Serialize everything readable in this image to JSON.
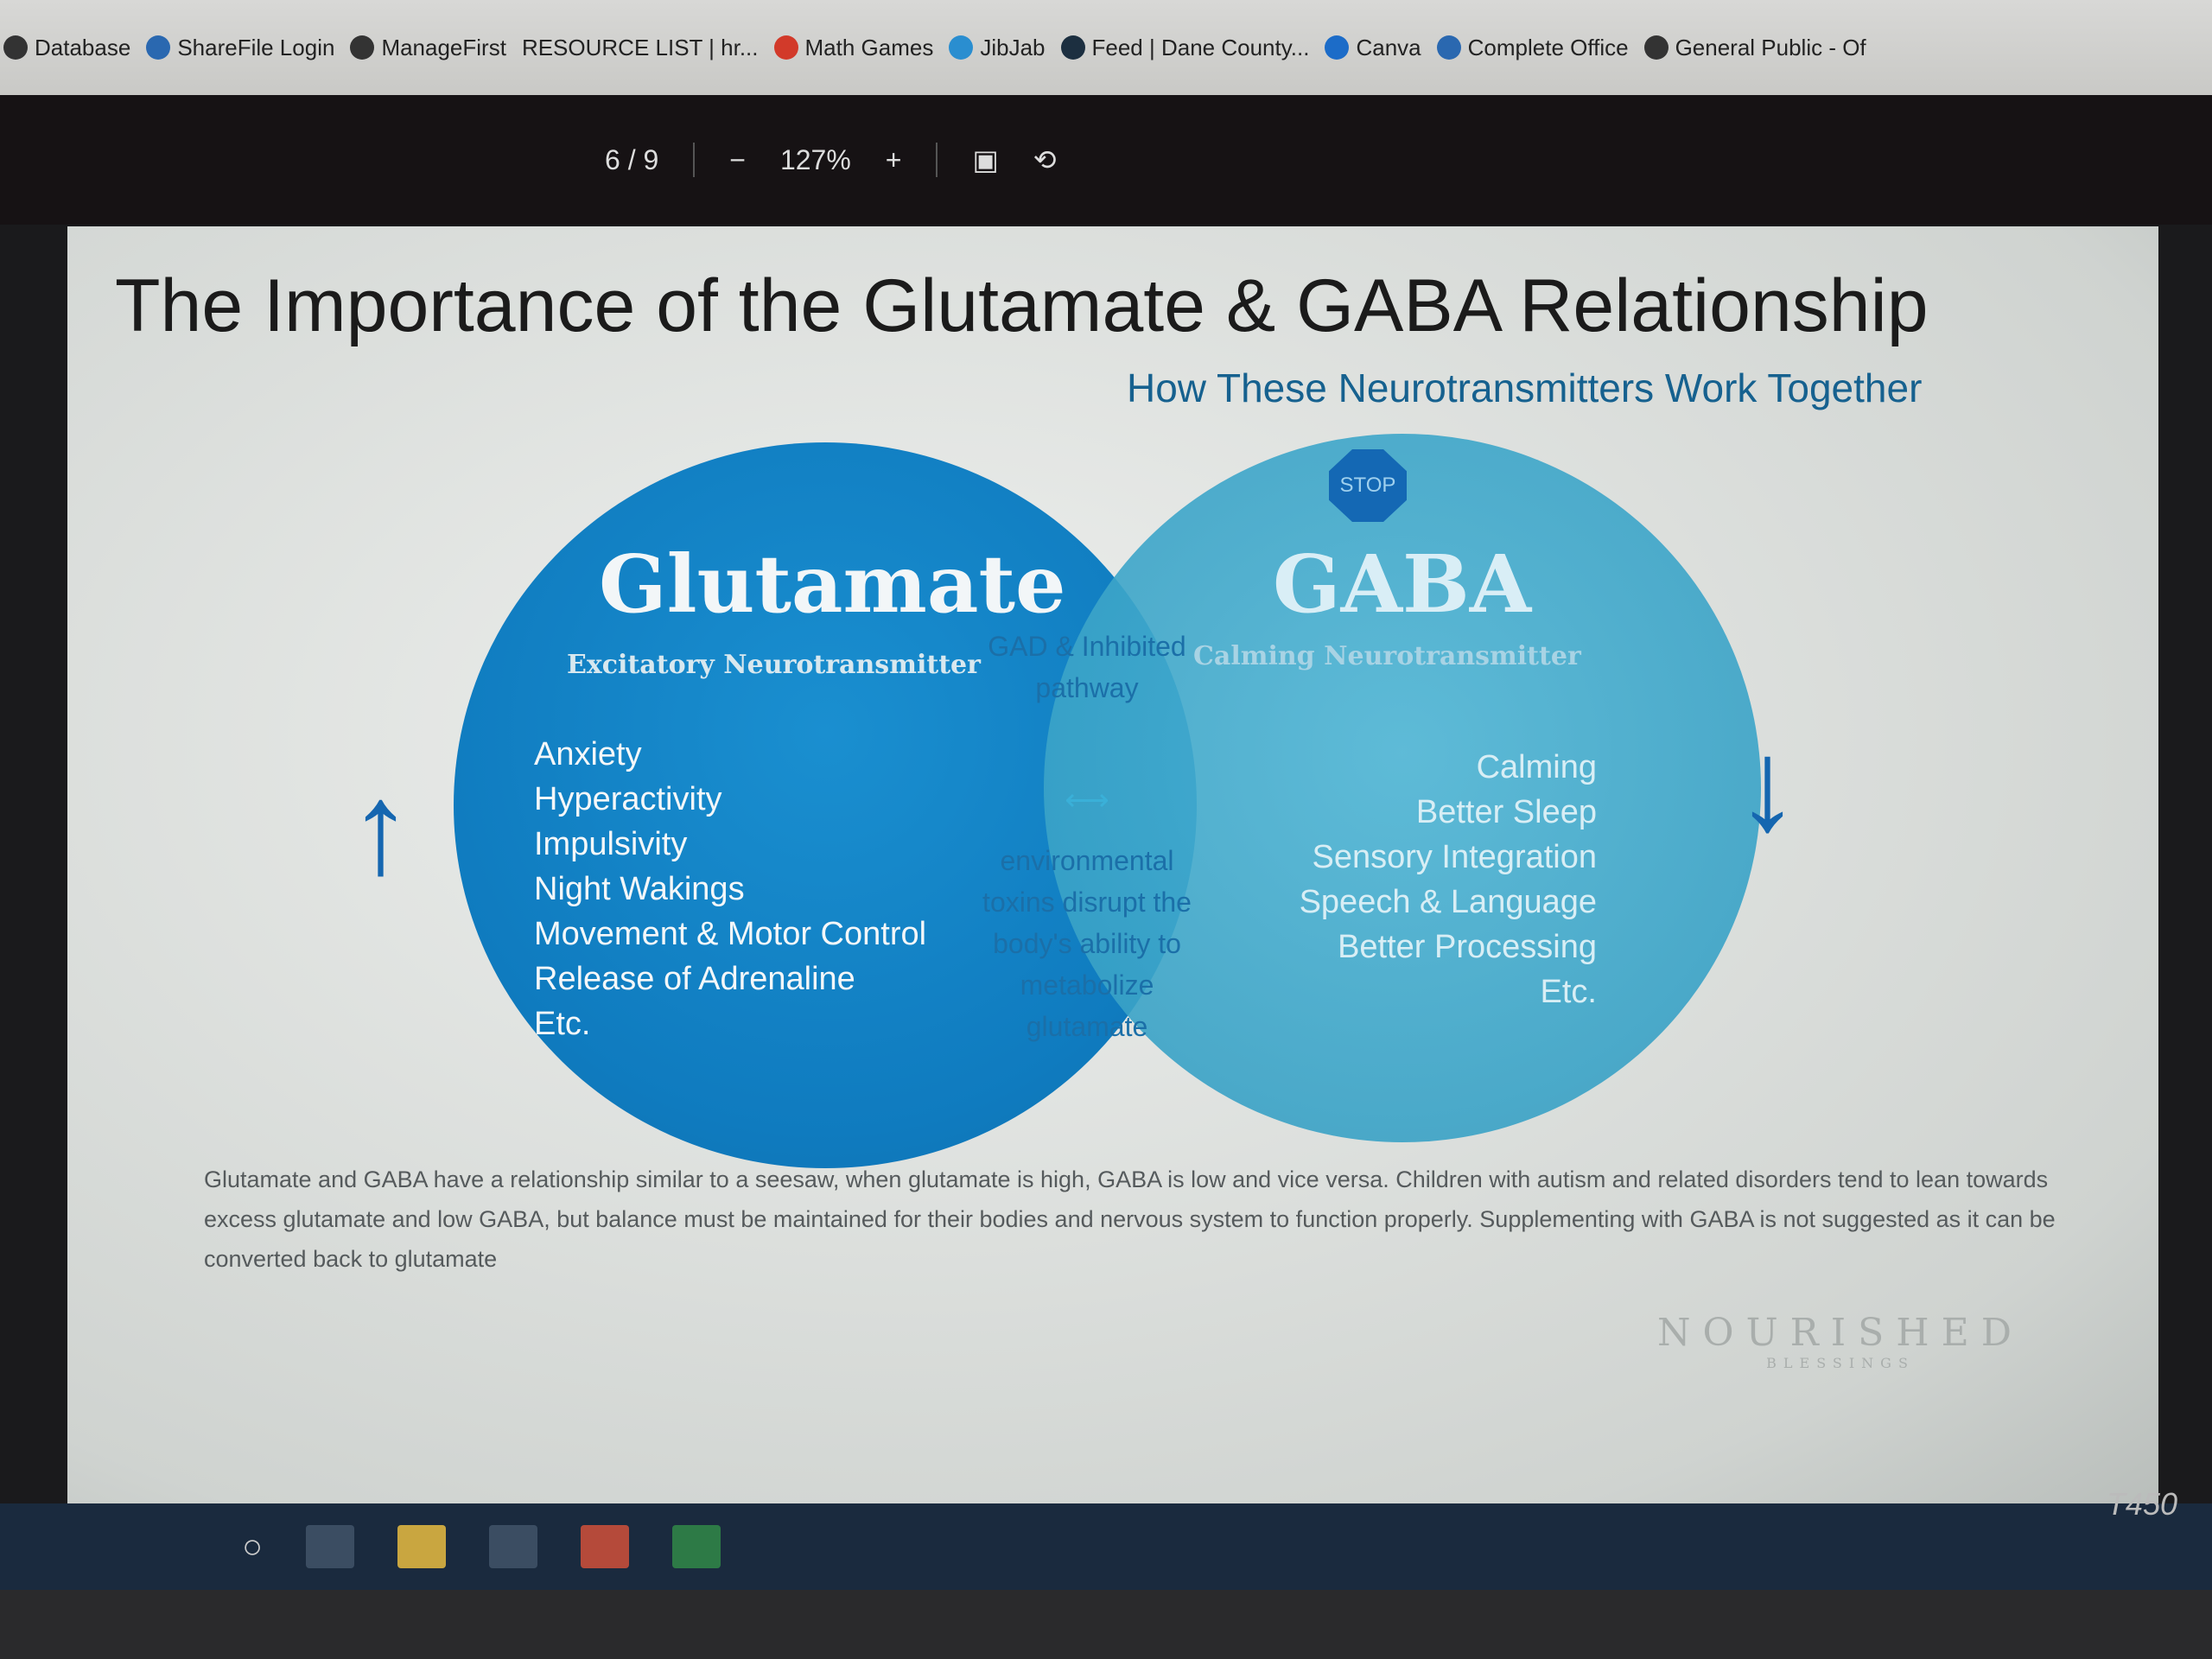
{
  "bookmarks": [
    {
      "label": "Database",
      "color": "#333"
    },
    {
      "label": "ShareFile Login",
      "color": "#2a68b0"
    },
    {
      "label": "ManageFirst",
      "color": "#333"
    },
    {
      "label": "RESOURCE LIST | hr...",
      "color": ""
    },
    {
      "label": "Math Games",
      "color": "#d23a2a"
    },
    {
      "label": "JibJab",
      "color": "#2a8ed0"
    },
    {
      "label": "Feed | Dane County...",
      "color": "#1c2f40"
    },
    {
      "label": "Canva",
      "color": "#1c6cc8"
    },
    {
      "label": "Complete Office",
      "color": "#2a68b0"
    },
    {
      "label": "General Public - Of",
      "color": "#333"
    }
  ],
  "pdf_toolbar": {
    "page": "6",
    "sep": "/",
    "total": "9",
    "zoom_out": "−",
    "zoom": "127%",
    "zoom_in": "+"
  },
  "slide": {
    "title": "The Importance of the Glutamate & GABA Relationship",
    "subtitle": "How These Neurotransmitters Work Together",
    "glutamate": {
      "title": "Glutamate",
      "subtitle": "Excitatory Neurotransmitter",
      "items": [
        "Anxiety",
        "Hyperactivity",
        "Impulsivity",
        "Night Wakings",
        "Movement & Motor Control",
        "Release of Adrenaline",
        "Etc."
      ]
    },
    "gaba": {
      "stop": "STOP",
      "title": "GABA",
      "subtitle": "Calming Neurotransmitter",
      "items": [
        "Calming",
        "Better Sleep",
        "Sensory Integration",
        "Speech & Language",
        "Better Processing",
        "Etc."
      ]
    },
    "middle_top": "GAD & Inhibited pathway",
    "middle_bottom": "environmental toxins disrupt the body's ability to metabolize glutamate",
    "paragraph": "Glutamate and GABA have a relationship similar to a seesaw, when glutamate is high, GABA is low and vice versa. Children with autism and related disorders tend to lean towards excess glutamate and low GABA, but balance must be maintained for their bodies and nervous system to function properly. Supplementing with GABA is not suggested as it can be converted back to glutamate",
    "logo": "NOURISHED",
    "logo_sub": "BLESSINGS"
  },
  "laptop_model": "T450"
}
